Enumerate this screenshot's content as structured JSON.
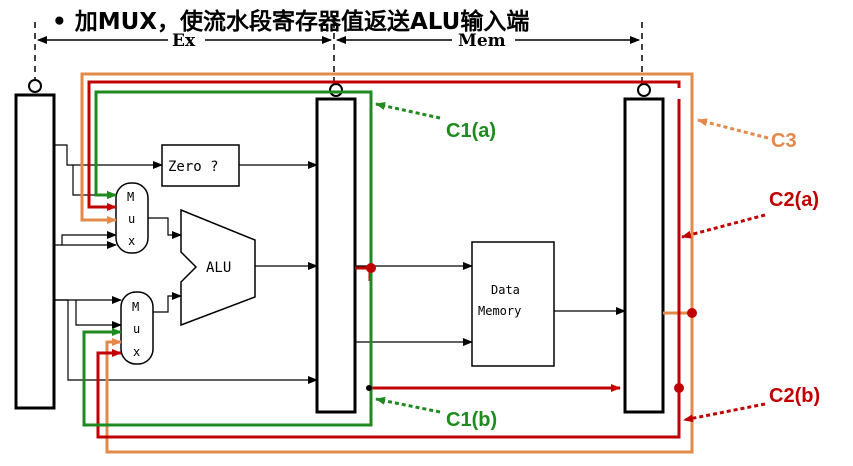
{
  "title": "• 加MUX，使流水段寄存器值返送ALU输入端",
  "stages": {
    "ex": "Ex",
    "mem": "Mem"
  },
  "blocks": {
    "zero": "Zero ?",
    "mux_letters": [
      "M",
      "u",
      "x"
    ],
    "alu": "ALU",
    "data_memory_line1": "Data",
    "data_memory_line2": "Memory"
  },
  "annotations": {
    "c1a": "C1(a)",
    "c1b": "C1(b)",
    "c2a": "C2(a)",
    "c2b": "C2(b)",
    "c3": "C3"
  },
  "colors": {
    "green": "#1f8a1f",
    "red": "#c00000",
    "orange": "#e3894a",
    "black": "#000000"
  }
}
